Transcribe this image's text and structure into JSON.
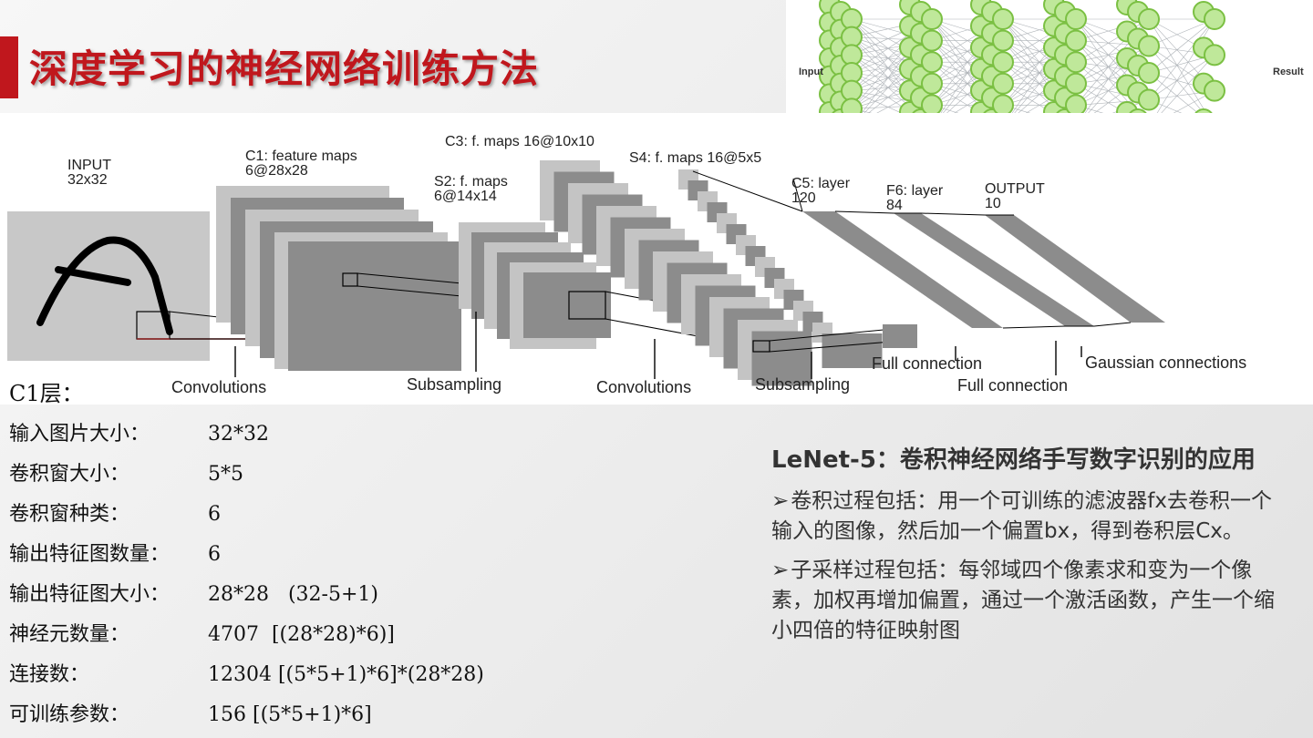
{
  "title": "深度学习的神经网络训练方法",
  "nn_diagram": {
    "input_label": "Input",
    "result_label": "Result"
  },
  "lenet": {
    "labels": {
      "input": [
        "INPUT",
        "32x32"
      ],
      "c1": [
        "C1: feature maps",
        "6@28x28"
      ],
      "s2": [
        "S2: f. maps",
        "6@14x14"
      ],
      "c3": [
        "C3: f. maps 16@10x10"
      ],
      "s4": [
        "S4: f. maps 16@5x5"
      ],
      "c5": [
        "C5: layer",
        "120"
      ],
      "f6": [
        "F6: layer",
        "84"
      ],
      "output": [
        "OUTPUT",
        "10"
      ]
    },
    "bottom": {
      "conv1": "Convolutions",
      "sub1": "Subsampling",
      "conv2": "Convolutions",
      "sub2": "Subsampling",
      "full1": "Full connection",
      "full2": "Full connection",
      "gauss": "Gaussian connections"
    }
  },
  "c1": {
    "heading": "C1层：",
    "rows": [
      {
        "key": "输入图片大小：",
        "value": "32*32"
      },
      {
        "key": "卷积窗大小：",
        "value": "5*5"
      },
      {
        "key": "卷积窗种类：",
        "value": "6"
      },
      {
        "key": "输出特征图数量：",
        "value": "6"
      },
      {
        "key": "输出特征图大小：",
        "value": "28*28   (32-5+1)"
      },
      {
        "key": "神经元数量：",
        "value": "4707  [(28*28)*6)]"
      },
      {
        "key": "连接数：",
        "value": "12304 [(5*5+1)*6]*(28*28)"
      },
      {
        "key": "可训练参数：",
        "value": "156 [(5*5+1)*6]"
      }
    ]
  },
  "lenet_info": {
    "title": "LeNet-5：卷积神经网络手写数字识别的应用",
    "bullets": [
      "卷积过程包括：用一个可训练的滤波器fx去卷积一个输入的图像，然后加一个偏置bx，得到卷积层Cx。",
      "子采样过程包括：每邻域四个像素求和变为一个像素，加权再增加偏置，通过一个激活函数，产生一个缩小四倍的特征映射图"
    ]
  },
  "colors": {
    "accent": "#c0171d",
    "node_fill": "#bfe89a",
    "node_stroke": "#7bc043"
  }
}
